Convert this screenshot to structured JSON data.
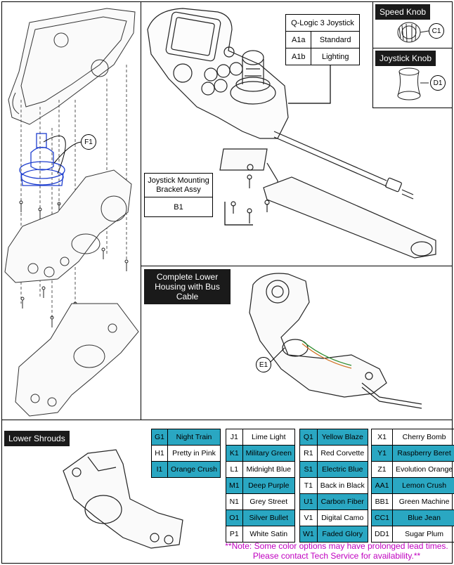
{
  "labels": {
    "f1": "F1",
    "c1": "C1",
    "d1": "D1",
    "e1": "E1"
  },
  "speed_knob": {
    "title": "Speed Knob"
  },
  "joystick_knob": {
    "title": "Joystick Knob"
  },
  "qlogic": {
    "title": "Q-Logic 3 Joystick",
    "rows": [
      {
        "code": "A1a",
        "name": "Standard"
      },
      {
        "code": "A1b",
        "name": "Lighting"
      }
    ]
  },
  "bracket": {
    "title": "Joystick Mounting Bracket Assy",
    "code": "B1"
  },
  "lower_housing": {
    "title": "Complete Lower Housing with Bus Cable"
  },
  "lower_shrouds": {
    "title": "Lower Shrouds"
  },
  "color_tables": [
    [
      {
        "code": "G1",
        "name": "Night Train",
        "highlight": true
      },
      {
        "code": "H1",
        "name": "Pretty in Pink",
        "highlight": false
      },
      {
        "code": "I1",
        "name": "Orange Crush",
        "highlight": true
      }
    ],
    [
      {
        "code": "J1",
        "name": "Lime Light",
        "highlight": false
      },
      {
        "code": "K1",
        "name": "Military Green",
        "highlight": true
      },
      {
        "code": "L1",
        "name": "Midnight Blue",
        "highlight": false
      },
      {
        "code": "M1",
        "name": "Deep Purple",
        "highlight": true
      },
      {
        "code": "N1",
        "name": "Grey Street",
        "highlight": false
      },
      {
        "code": "O1",
        "name": "Silver Bullet",
        "highlight": true
      },
      {
        "code": "P1",
        "name": "White Satin",
        "highlight": false
      }
    ],
    [
      {
        "code": "Q1",
        "name": "Yellow Blaze",
        "highlight": true
      },
      {
        "code": "R1",
        "name": "Red Corvette",
        "highlight": false
      },
      {
        "code": "S1",
        "name": "Electric Blue",
        "highlight": true
      },
      {
        "code": "T1",
        "name": "Back in Black",
        "highlight": false
      },
      {
        "code": "U1",
        "name": "Carbon Fiber",
        "highlight": true
      },
      {
        "code": "V1",
        "name": "Digital Camo",
        "highlight": false
      },
      {
        "code": "W1",
        "name": "Faded Glory",
        "highlight": true
      }
    ],
    [
      {
        "code": "X1",
        "name": "Cherry Bomb",
        "highlight": false
      },
      {
        "code": "Y1",
        "name": "Raspberry Beret",
        "highlight": true
      },
      {
        "code": "Z1",
        "name": "Evolution Orange",
        "highlight": false
      },
      {
        "code": "AA1",
        "name": "Lemon Crush",
        "highlight": true
      },
      {
        "code": "BB1",
        "name": "Green Machine",
        "highlight": false
      },
      {
        "code": "CC1",
        "name": "Blue Jean",
        "highlight": true
      },
      {
        "code": "DD1",
        "name": "Sugar Plum",
        "highlight": false
      }
    ]
  ],
  "note": "**Note: Some color options may have prolonged lead times. Please contact Tech Service for availability.**",
  "colors": {
    "highlight": "#2aa7c2",
    "note": "#c000c0",
    "part_highlight": "#1f3fcf"
  }
}
